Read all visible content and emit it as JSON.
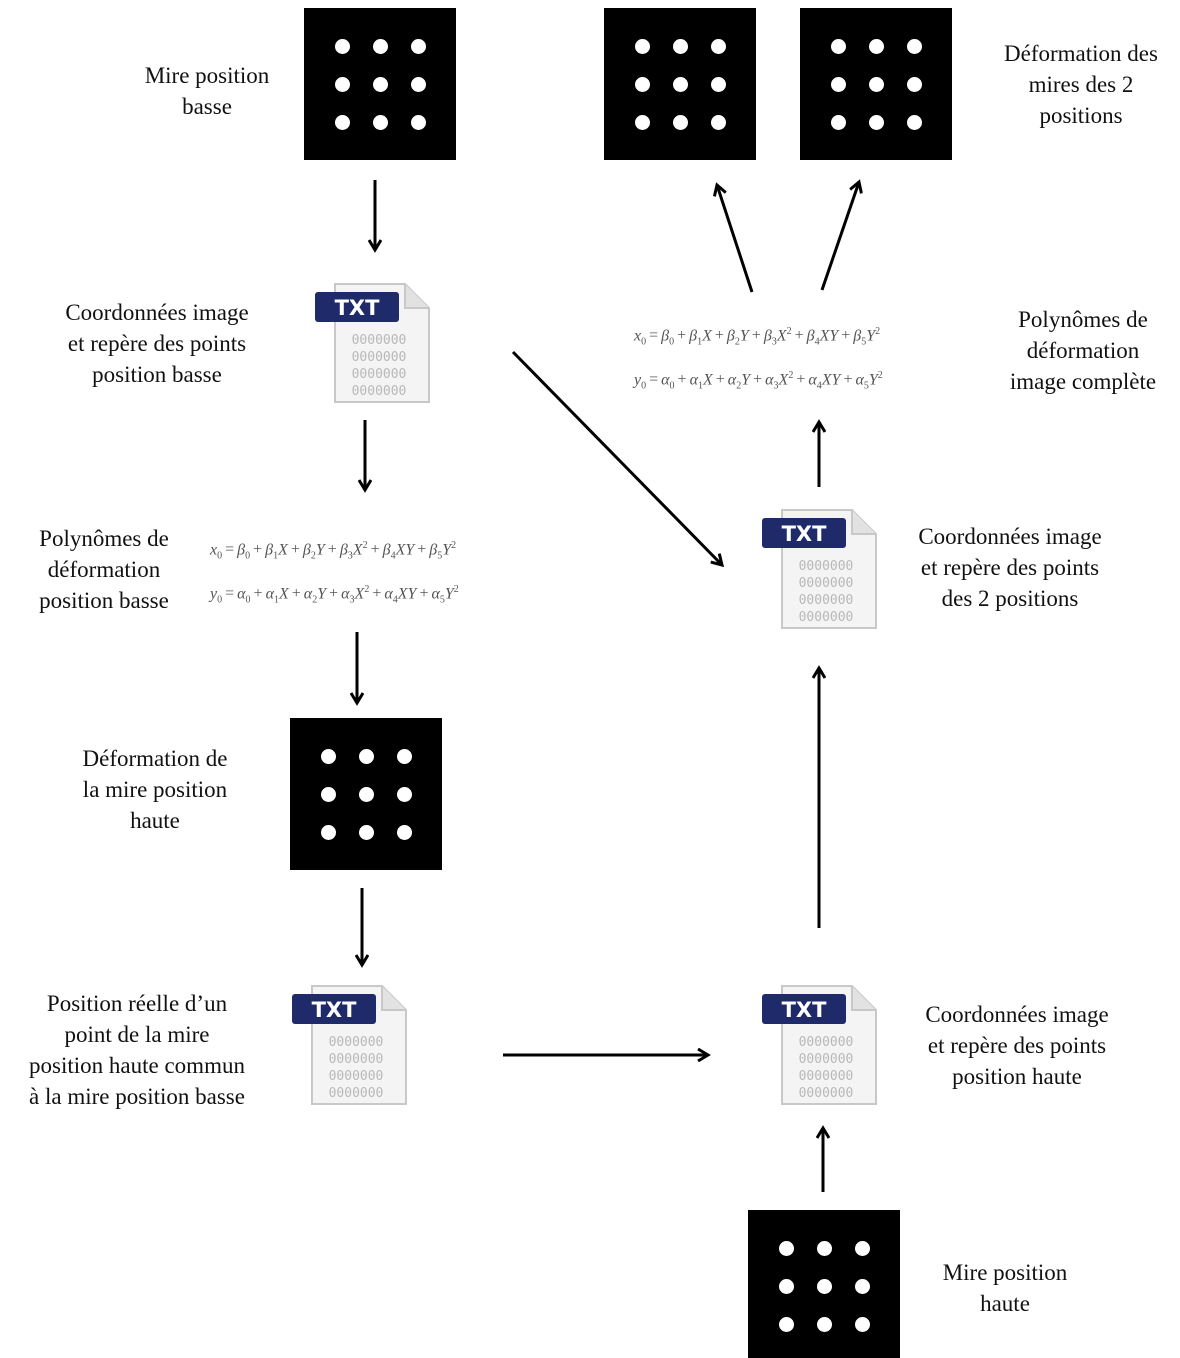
{
  "labels": {
    "mire_basse": [
      "Mire position",
      "basse"
    ],
    "coord_basse": [
      "Coordonnées image",
      "et repère des points",
      "position basse"
    ],
    "poly_basse": [
      "Polynômes de",
      "déformation",
      "position basse"
    ],
    "deform_haute": [
      "Déformation de",
      "la mire position",
      "haute"
    ],
    "position_reelle": [
      "Position réelle d’un",
      "point de la mire",
      "position haute commun",
      "à la mire position basse"
    ],
    "deform_2": [
      "Déformation des",
      "mires des 2",
      "positions"
    ],
    "poly_complete": [
      "Polynômes de",
      "déformation",
      "image complète"
    ],
    "coord_2": [
      "Coordonnées image",
      "et repère des points",
      "des 2 positions"
    ],
    "coord_haute": [
      "Coordonnées image",
      "et repère des points",
      "position haute"
    ],
    "mire_haute": [
      "Mire position",
      "haute"
    ]
  },
  "icons": {
    "txt_label": "TXT",
    "txt_rows": [
      "0000000",
      "0000000",
      "0000000",
      "0000000"
    ]
  },
  "formulas": {
    "x0": "x0 = β0 + β1X + β2Y + β3X² + β4XY + β5Y²",
    "y0": "y0 = α0 + α1X + α2Y + α3X² + α4XY + α5Y²"
  },
  "colors": {
    "txt_badge": "#1f2a6b",
    "mire_bg": "#000000",
    "arrow": "#000000"
  }
}
